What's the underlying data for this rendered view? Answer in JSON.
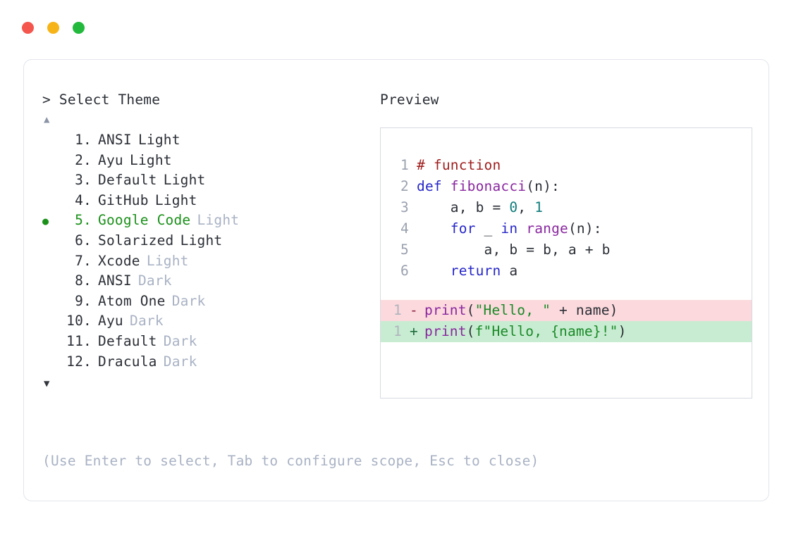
{
  "window": {
    "dots": [
      {
        "name": "close",
        "color": "#f4554d"
      },
      {
        "name": "minimize",
        "color": "#f7b418"
      },
      {
        "name": "maximize",
        "color": "#22b93c"
      }
    ]
  },
  "selector": {
    "prompt": "> Select Theme",
    "scroll_up_glyph": "▲",
    "scroll_down_glyph": "▼",
    "selected_index": 5,
    "selected_bullet": "●",
    "items": [
      {
        "number": "1.",
        "name": "ANSI",
        "suffix": "Light",
        "suffix_dim": false,
        "selected": false
      },
      {
        "number": "2.",
        "name": "Ayu",
        "suffix": "Light",
        "suffix_dim": false,
        "selected": false
      },
      {
        "number": "3.",
        "name": "Default",
        "suffix": "Light",
        "suffix_dim": false,
        "selected": false
      },
      {
        "number": "4.",
        "name": "GitHub",
        "suffix": "Light",
        "suffix_dim": false,
        "selected": false
      },
      {
        "number": "5.",
        "name": "Google Code",
        "suffix": "Light",
        "suffix_dim": true,
        "selected": true
      },
      {
        "number": "6.",
        "name": "Solarized",
        "suffix": "Light",
        "suffix_dim": false,
        "selected": false
      },
      {
        "number": "7.",
        "name": "Xcode",
        "suffix": "Light",
        "suffix_dim": true,
        "selected": false
      },
      {
        "number": "8.",
        "name": "ANSI",
        "suffix": "Dark",
        "suffix_dim": true,
        "selected": false
      },
      {
        "number": "9.",
        "name": "Atom One",
        "suffix": "Dark",
        "suffix_dim": true,
        "selected": false
      },
      {
        "number": "10.",
        "name": "Ayu",
        "suffix": "Dark",
        "suffix_dim": true,
        "selected": false
      },
      {
        "number": "11.",
        "name": "Default",
        "suffix": "Dark",
        "suffix_dim": true,
        "selected": false
      },
      {
        "number": "12.",
        "name": "Dracula",
        "suffix": "Dark",
        "suffix_dim": true,
        "selected": false
      }
    ],
    "hint": "(Use Enter to select, Tab to configure scope, Esc to close)"
  },
  "preview": {
    "label": "Preview",
    "code_lines": [
      {
        "ln": "1",
        "tokens": [
          {
            "t": "# function",
            "c": "tok-comment"
          }
        ]
      },
      {
        "ln": "2",
        "tokens": [
          {
            "t": "def ",
            "c": "tok-keyword"
          },
          {
            "t": "fibonacci",
            "c": "tok-func"
          },
          {
            "t": "(n):",
            "c": "tok-punct"
          }
        ]
      },
      {
        "ln": "3",
        "tokens": [
          {
            "t": "    a, b = ",
            "c": "tok-plain"
          },
          {
            "t": "0",
            "c": "tok-number"
          },
          {
            "t": ", ",
            "c": "tok-plain"
          },
          {
            "t": "1",
            "c": "tok-number"
          }
        ]
      },
      {
        "ln": "4",
        "tokens": [
          {
            "t": "    ",
            "c": "tok-plain"
          },
          {
            "t": "for",
            "c": "tok-keyword"
          },
          {
            "t": " _ ",
            "c": "tok-plain"
          },
          {
            "t": "in",
            "c": "tok-keyword"
          },
          {
            "t": " ",
            "c": "tok-plain"
          },
          {
            "t": "range",
            "c": "tok-func"
          },
          {
            "t": "(n):",
            "c": "tok-punct"
          }
        ]
      },
      {
        "ln": "5",
        "tokens": [
          {
            "t": "        a, b = b, a + b",
            "c": "tok-plain"
          }
        ]
      },
      {
        "ln": "6",
        "tokens": [
          {
            "t": "    ",
            "c": "tok-plain"
          },
          {
            "t": "return",
            "c": "tok-keyword"
          },
          {
            "t": " a",
            "c": "tok-plain"
          }
        ]
      }
    ],
    "diff_lines": [
      {
        "ln": "1",
        "kind": "del",
        "sign": "-",
        "tokens": [
          {
            "t": "print",
            "c": "tok-func"
          },
          {
            "t": "(",
            "c": "tok-punct"
          },
          {
            "t": "\"Hello, \"",
            "c": "tok-string"
          },
          {
            "t": " + name)",
            "c": "tok-plain"
          }
        ]
      },
      {
        "ln": "1",
        "kind": "add",
        "sign": "+",
        "tokens": [
          {
            "t": "print",
            "c": "tok-func"
          },
          {
            "t": "(",
            "c": "tok-punct"
          },
          {
            "t": "f\"Hello, {name}!\"",
            "c": "tok-string"
          },
          {
            "t": ")",
            "c": "tok-plain"
          }
        ]
      }
    ]
  },
  "colors": {
    "accent_green": "#1a9019",
    "dim_text": "#a9b2c4",
    "body_text": "#2b2f36",
    "card_border": "#e2e5ea",
    "panel_border": "#d6dae2",
    "diff_del_bg": "#fbd9dd",
    "diff_add_bg": "#c8ecd2"
  }
}
